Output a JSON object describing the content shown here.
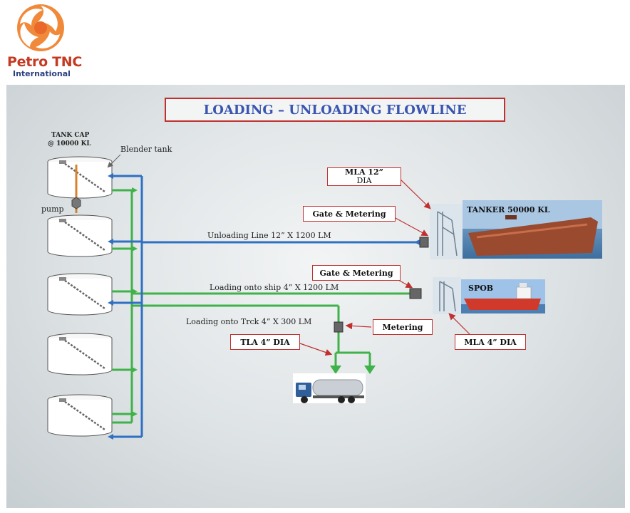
{
  "logo": {
    "name": "Petro TNC",
    "subtitle": "International"
  },
  "diagram": {
    "title": "LOADING – UNLOADING FLOWLINE",
    "tank_cap_line1": "TANK CAP",
    "tank_cap_line2": "@ 10000 KL",
    "blender_tank": "Blender tank",
    "pump": "pump",
    "mla_12_line1": "MLA 12”",
    "mla_12_line2": "DIA",
    "gate_metering_top": "Gate & Metering",
    "gate_metering_mid": "Gate & Metering",
    "metering": "Metering",
    "tla": "TLA 4” DIA",
    "mla_4": "MLA 4” DIA",
    "unloading_line": "Unloading Line 12” X 1200 LM",
    "loading_ship": "Loading  onto ship  4” X 1200 LM",
    "loading_truck": "Loading  onto Trck 4” X 300 LM",
    "tanker_label": "TANKER 50000 KL",
    "spob_label": "SPOB"
  },
  "colors": {
    "unloading_line": "#2f6fc4",
    "loading_line": "#3fb24a",
    "pump_pipe": "#d9822b",
    "callout_border": "#c03030",
    "title_text": "#3a55b0",
    "logo_orange": "#e8692a",
    "logo_text": "#c53a22"
  }
}
